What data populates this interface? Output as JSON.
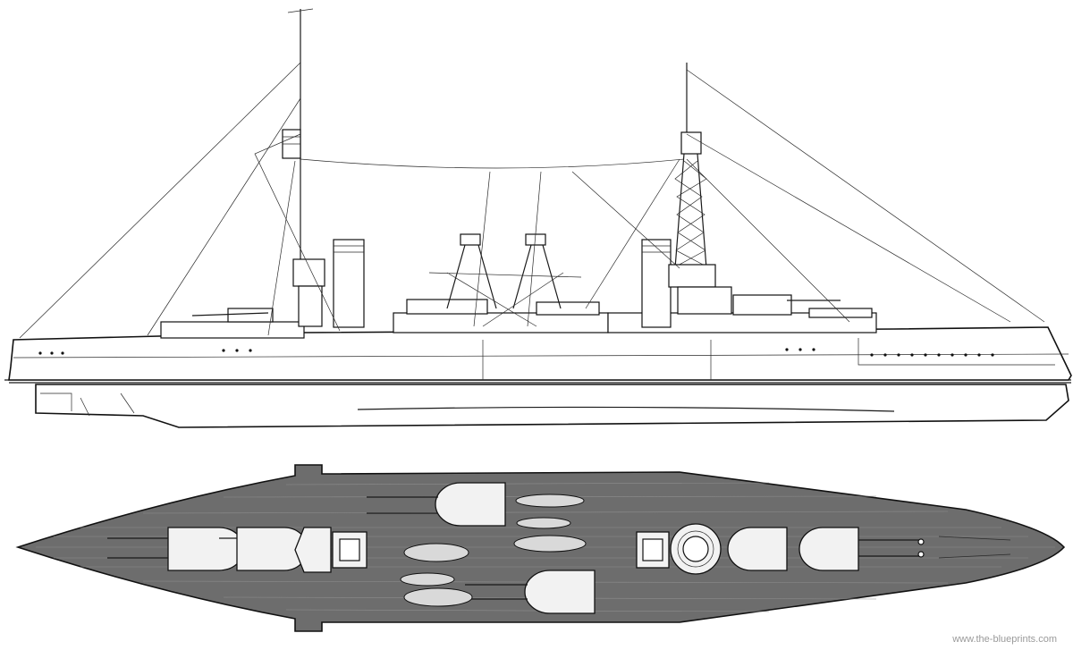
{
  "watermark": "www.the-blueprints.com",
  "views": [
    {
      "id": "profile",
      "kind": "side-elevation"
    },
    {
      "id": "plan",
      "kind": "top-view"
    }
  ],
  "colors": {
    "line": "#1a1a1a",
    "deck": "#6d6d6d",
    "background": "#ffffff"
  }
}
